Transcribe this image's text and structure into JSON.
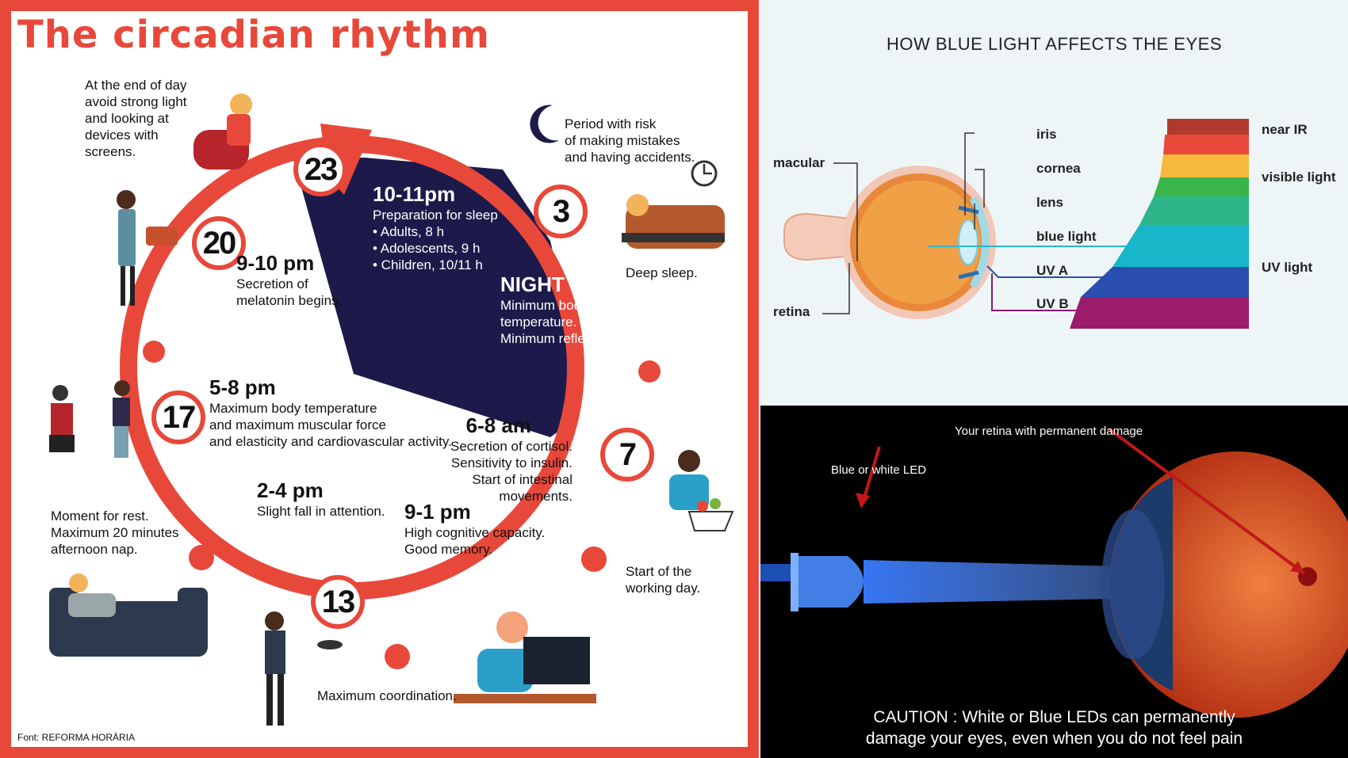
{
  "circadian": {
    "title": "The circadian rhythm",
    "source": "Font: REFORMA HORÀRIA",
    "hours": [
      "23",
      "3",
      "7",
      "13",
      "17",
      "20"
    ],
    "end_of_day": [
      "At the end of day",
      "avoid strong light",
      "and looking at",
      "devices with",
      "screens."
    ],
    "risk": [
      "Period with risk",
      "of making mistakes",
      "and having accidents."
    ],
    "deep_sleep": "Deep sleep.",
    "prep_heading": "10-11pm",
    "prep_lines": [
      "Preparation for sleep",
      "• Adults, 8 h",
      "• Adolescents, 9 h",
      "• Children, 10/11 h"
    ],
    "night_heading": "NIGHT",
    "night_lines": [
      "Minimum body",
      "temperature.",
      "Minimum reflexes."
    ],
    "melatonin_heading": "9-10 pm",
    "melatonin_lines": [
      "Secretion of",
      "melatonin begins."
    ],
    "evening_heading": "5-8 pm",
    "evening_lines": [
      "Maximum body temperature",
      "and maximum muscular force",
      "and elasticity and cardiovascular activity."
    ],
    "morning_heading": "6-8 am",
    "morning_lines": [
      "Secretion of cortisol.",
      "Sensitivity to insulin.",
      "Start of intestinal movements."
    ],
    "afternoon_heading": "2-4 pm",
    "afternoon_lines": [
      "Slight fall in attention."
    ],
    "cognitive_heading": "9-1 pm",
    "cognitive_lines": [
      "High cognitive capacity.",
      "Good memory."
    ],
    "rest": [
      "Moment for rest.",
      "Maximum 20 minutes",
      "afternoon nap."
    ],
    "working_day": [
      "Start of the",
      "working day."
    ],
    "coordination": "Maximum coordination."
  },
  "blue_light": {
    "title": "HOW BLUE LIGHT AFFECTS THE EYES",
    "eye_labels": {
      "macular": "macular",
      "retina": "retina",
      "iris": "iris",
      "cornea": "cornea",
      "lens": "lens",
      "blue_light": "blue light",
      "uva": "UV A",
      "uvb": "UV B"
    },
    "spectrum_labels": {
      "near_ir": "near IR",
      "visible": "visible light",
      "uv": "UV light"
    }
  },
  "led": {
    "retina_label": "Your retina with permanent damage",
    "led_label": "Blue or white LED",
    "caution_lines": [
      "CAUTION : White or Blue LEDs can permanently",
      "damage your eyes, even when you do not feel pain"
    ]
  },
  "colors": {
    "accent_red": "#e8483a",
    "night_navy": "#1c1a4a",
    "cyan": "#2bb8c8"
  }
}
